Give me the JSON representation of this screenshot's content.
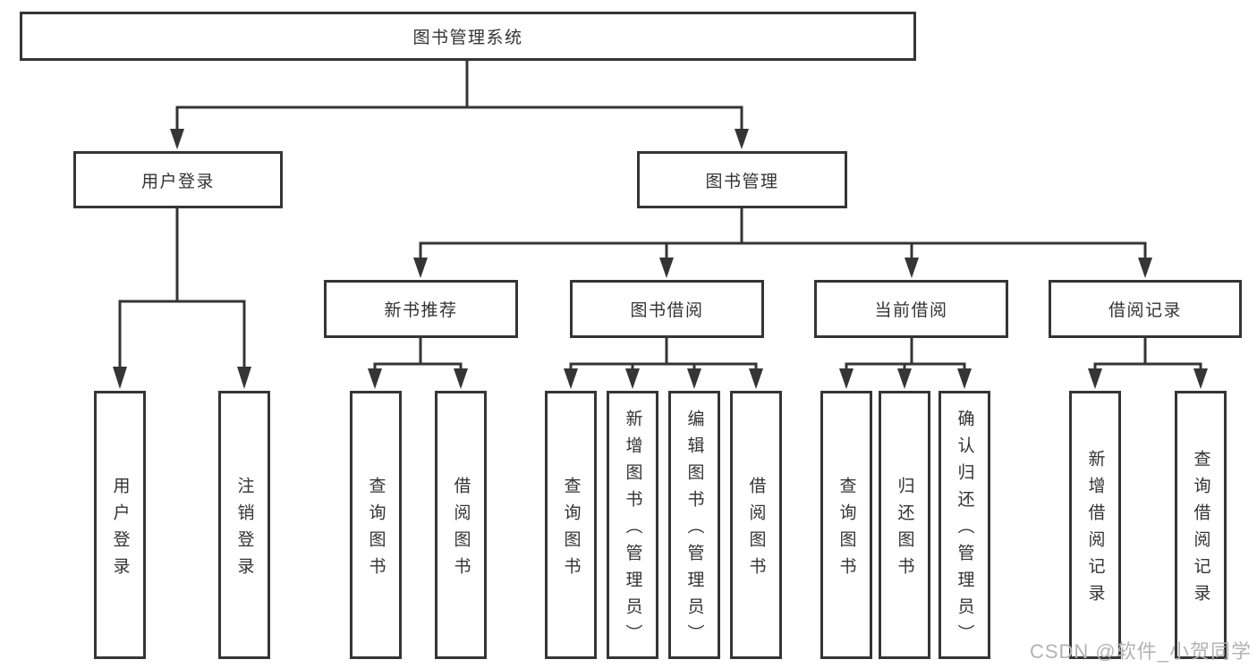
{
  "colors": {
    "line": "#353535",
    "box_border": "#353535",
    "text": "#333333",
    "watermark": "#b3b3b3",
    "background": "#ffffff"
  },
  "watermark": {
    "text": "CSDN @软件_小贺同学"
  },
  "tree": {
    "root": {
      "label": "图书管理系统"
    },
    "branches": [
      {
        "label": "用户登录",
        "children": [
          {
            "label": "用户登录"
          },
          {
            "label": "注销登录"
          }
        ]
      },
      {
        "label": "图书管理",
        "children": [
          {
            "label": "新书推荐",
            "children": [
              {
                "label": "查询图书"
              },
              {
                "label": "借阅图书"
              }
            ]
          },
          {
            "label": "图书借阅",
            "children": [
              {
                "label": "查询图书"
              },
              {
                "label": "新增图书（管理员）"
              },
              {
                "label": "编辑图书（管理员）"
              },
              {
                "label": "借阅图书"
              }
            ]
          },
          {
            "label": "当前借阅",
            "children": [
              {
                "label": "查询图书"
              },
              {
                "label": "归还图书"
              },
              {
                "label": "确认归还（管理员）"
              }
            ]
          },
          {
            "label": "借阅记录",
            "children": [
              {
                "label": "新增借阅记录"
              },
              {
                "label": "查询借阅记录"
              }
            ]
          }
        ]
      }
    ]
  }
}
